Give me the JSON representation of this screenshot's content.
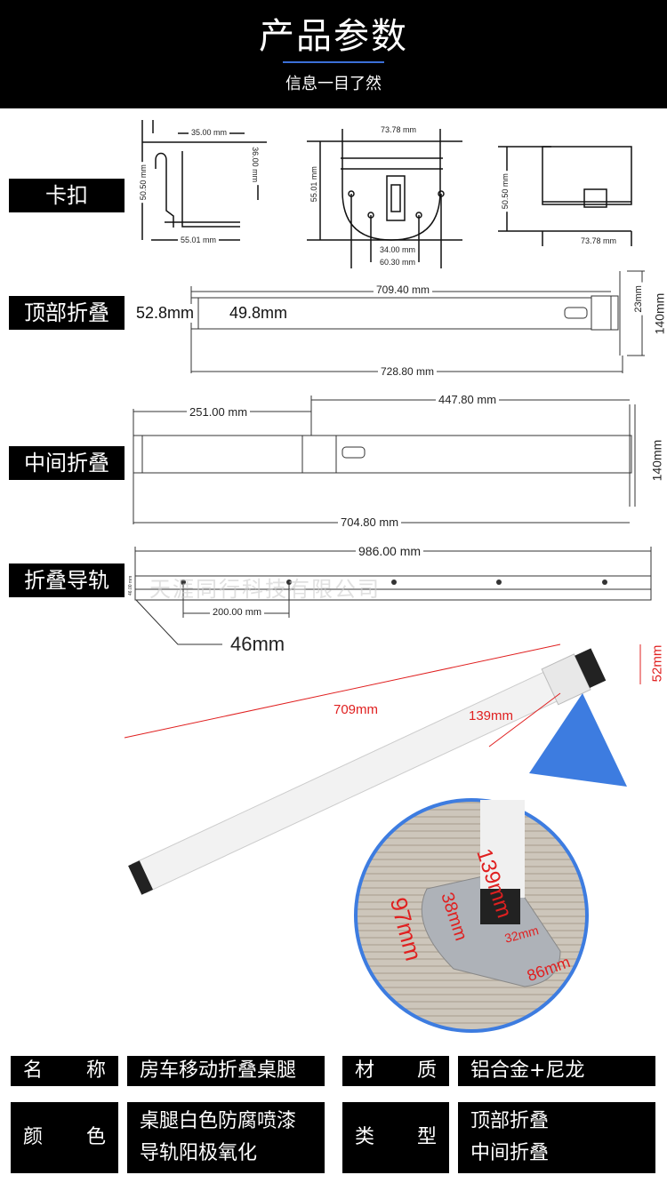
{
  "header": {
    "title": "产品参数",
    "subtitle": "信息一目了然"
  },
  "sections": {
    "clip": {
      "label": "卡扣",
      "dims": {
        "side_top": "35.00 mm",
        "side_height": "50.50 mm",
        "side_inner": "36.00 mm",
        "side_bottom": "55.01 mm",
        "front_top": "73.78 mm",
        "front_height": "55.01 mm",
        "front_holes_inner": "34.00 mm",
        "front_holes_outer": "60.30 mm",
        "end_height": "50.50 mm",
        "end_bottom": "73.78 mm"
      }
    },
    "top_fold": {
      "label": "顶部折叠",
      "dims": {
        "outer": "52.8mm",
        "inner": "49.8mm",
        "tube": "709.40 mm",
        "total": "728.80 mm",
        "hole": "23mm",
        "plate": "140mm"
      }
    },
    "middle_fold": {
      "label": "中间折叠",
      "dims": {
        "lower": "251.00 mm",
        "upper": "447.80 mm",
        "total": "704.80 mm",
        "plate": "140mm"
      }
    },
    "rail": {
      "label": "折叠导轨",
      "dims": {
        "length": "986.00 mm",
        "spacing": "200.00 mm",
        "height": "46.00 mm",
        "width": "46mm"
      },
      "watermark": "天涯同行科技有限公司"
    }
  },
  "photo": {
    "dims": {
      "length": "709mm",
      "head": "139mm",
      "height": "52mm",
      "plate_length": "139mm",
      "plate_width": "97mm",
      "hole_spacing": "38mm",
      "hole_width": "32mm",
      "plate_base": "86mm"
    }
  },
  "specs": [
    {
      "key_a": "名",
      "key_b": "称",
      "value": [
        "房车移动折叠桌腿"
      ]
    },
    {
      "key_a": "材",
      "key_b": "质",
      "value": [
        "铝合金+尼龙"
      ]
    },
    {
      "key_a": "颜",
      "key_b": "色",
      "value": [
        "桌腿白色防腐喷漆",
        "导轨阳极氧化"
      ]
    },
    {
      "key_a": "类",
      "key_b": "型",
      "value": [
        "顶部折叠",
        "中间折叠"
      ]
    }
  ],
  "colors": {
    "accent": "#3b6fd8",
    "annotation": "#e02020"
  }
}
